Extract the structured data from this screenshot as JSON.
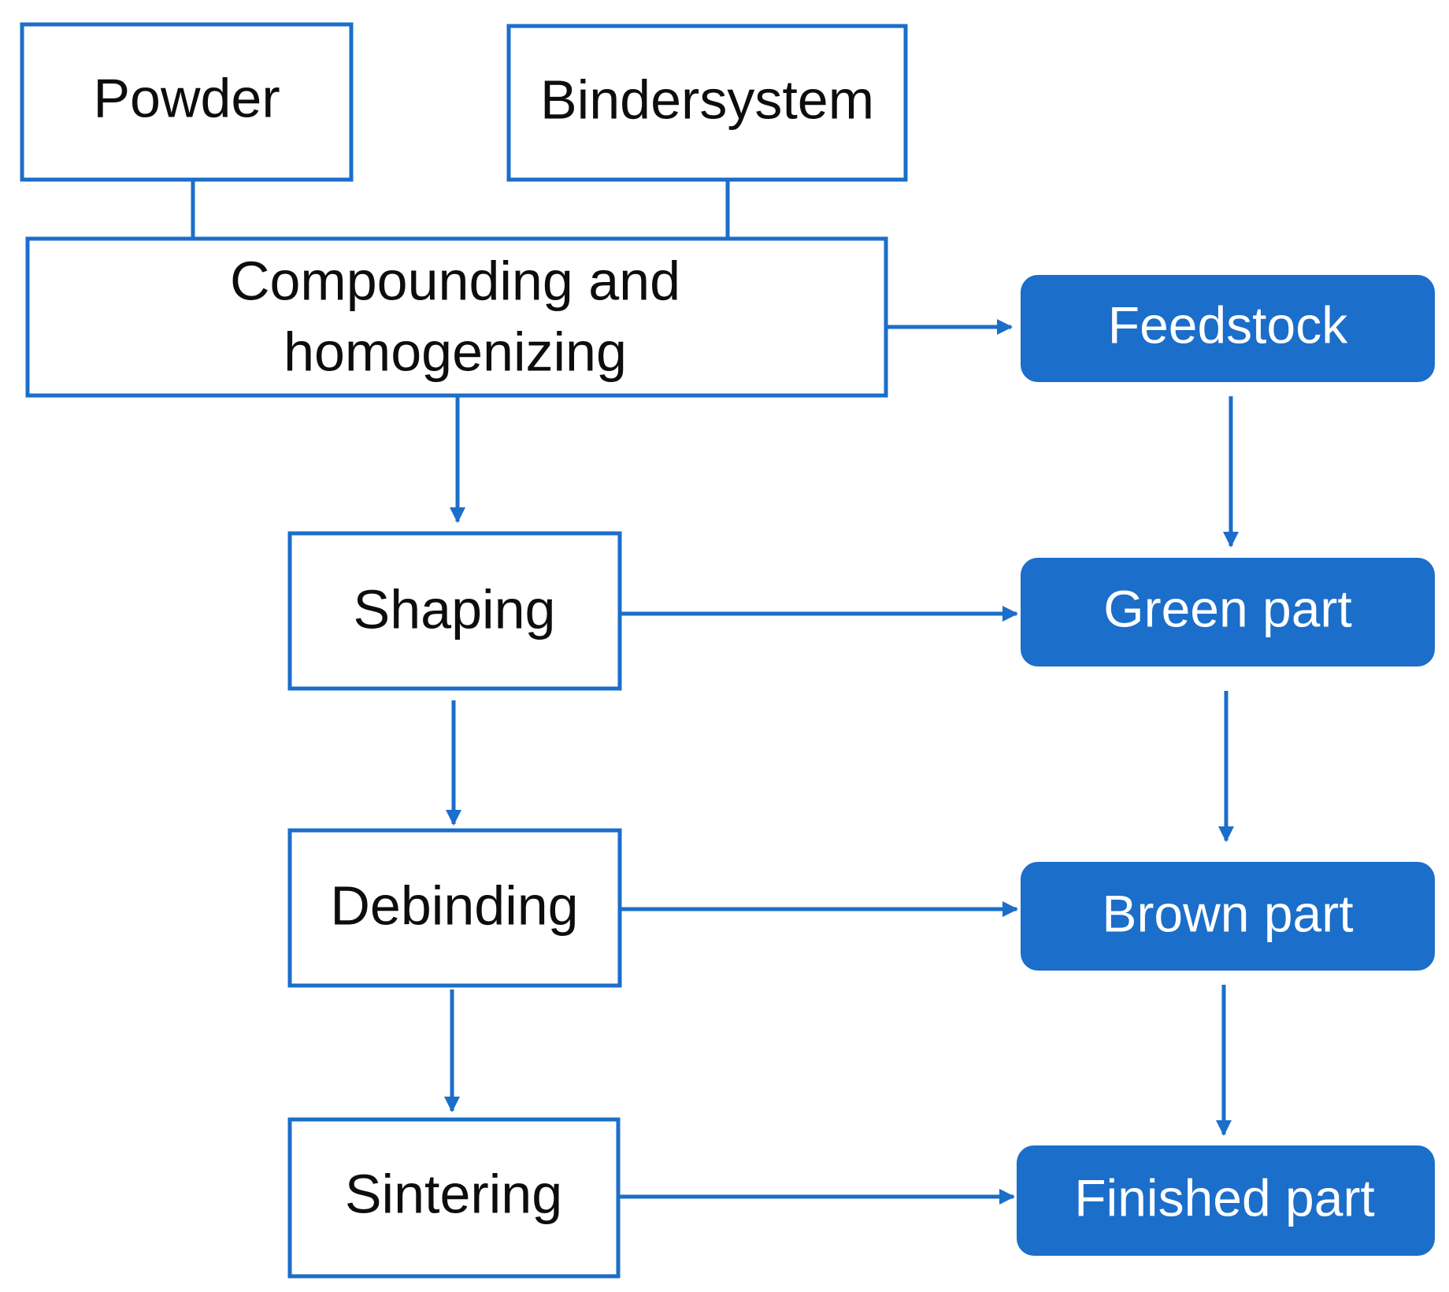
{
  "colors": {
    "accent": "#1B6EC9",
    "text_dark": "#0d0d0d",
    "text_light": "#ffffff",
    "background": "#ffffff"
  },
  "inputs": {
    "powder": "Powder",
    "binder": "Bindersystem"
  },
  "process_steps": {
    "compounding_line1": "Compounding and",
    "compounding_line2": "homogenizing",
    "shaping": "Shaping",
    "debinding": "Debinding",
    "sintering": "Sintering"
  },
  "products": {
    "feedstock": "Feedstock",
    "green_part": "Green part",
    "brown_part": "Brown part",
    "finished_part": "Finished part"
  }
}
